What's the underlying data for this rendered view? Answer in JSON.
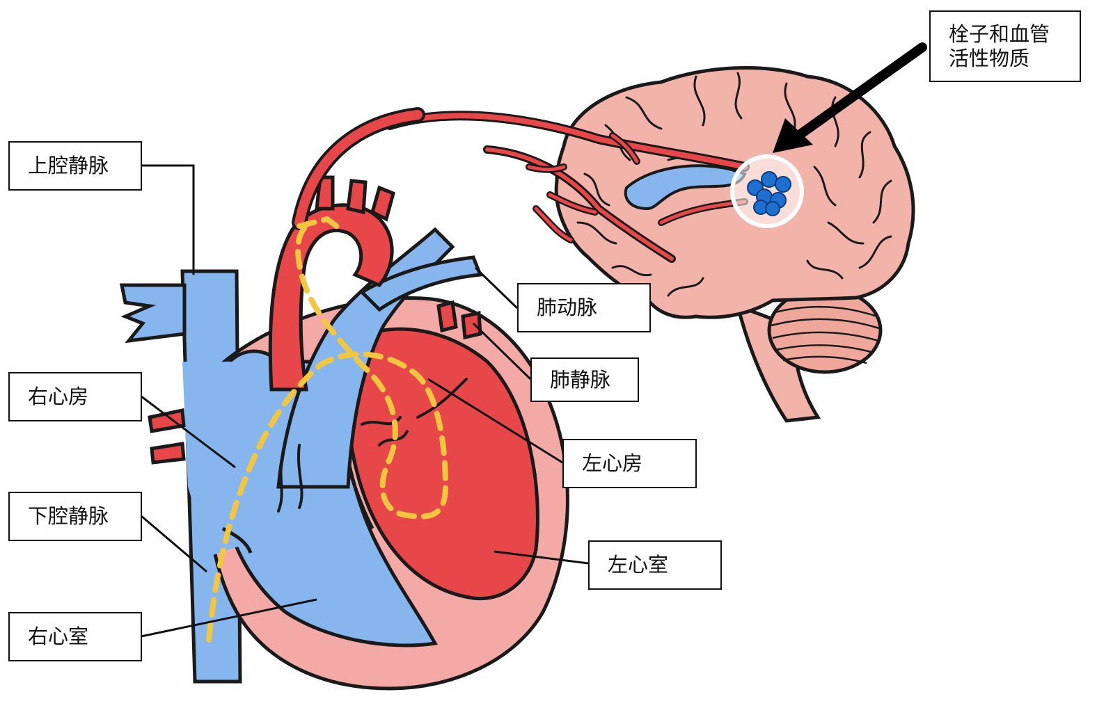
{
  "colors": {
    "outline": "#1a1a1a",
    "oxygenated_blood": "#e8474a",
    "deoxygenated_blood": "#87b6ee",
    "heart_wall": "#f3a9a6",
    "brain": "#f2b3aa",
    "cerebellum": "#efa79c",
    "embolus": "#1f6fd1",
    "embolus_path": "#f3c640",
    "arrow": "#000000"
  },
  "labels": {
    "svc": "上腔静脉",
    "right_atrium": "右心房",
    "ivc": "下腔静脉",
    "right_ventricle": "右心室",
    "pulmonary_artery": "肺动脉",
    "pulmonary_vein": "肺静脉",
    "left_atrium": "左心房",
    "left_ventricle": "左心室",
    "embolus_line1": "栓子和血管",
    "embolus_line2": "活性物质"
  }
}
